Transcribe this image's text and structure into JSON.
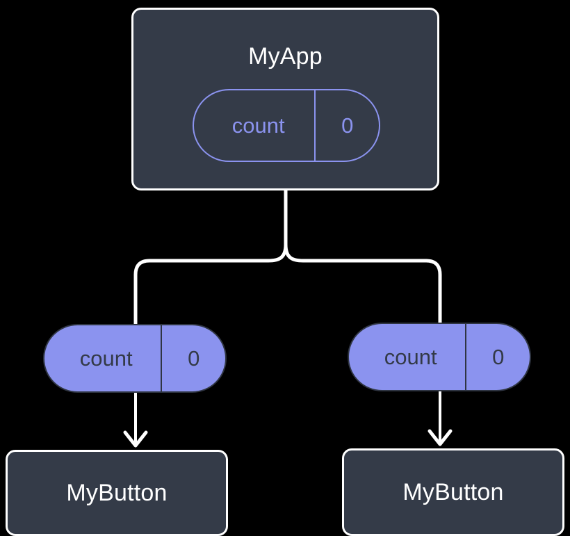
{
  "diagram": {
    "type": "component-state-tree",
    "background_color": "#000000",
    "colors": {
      "node_fill": "#343b48",
      "node_border": "#ffffff",
      "node_text": "#ffffff",
      "accent": "#8b93ef",
      "pill_text_on_fill": "#333a47",
      "edge": "#ffffff"
    }
  },
  "root": {
    "title": "MyApp",
    "state": {
      "name": "count",
      "value": "0"
    }
  },
  "branches": [
    {
      "state": {
        "name": "count",
        "value": "0"
      },
      "child": {
        "title": "MyButton"
      }
    },
    {
      "state": {
        "name": "count",
        "value": "0"
      },
      "child": {
        "title": "MyButton"
      }
    }
  ],
  "edges": [
    {
      "name": "root-fork-to-left-state",
      "from": "MyApp",
      "to": "count (left)",
      "style": "elbow-curved",
      "arrowhead": false
    },
    {
      "name": "root-fork-to-right-state",
      "from": "MyApp",
      "to": "count (right)",
      "style": "elbow-curved",
      "arrowhead": false
    },
    {
      "name": "left-state-to-button",
      "from": "count (left)",
      "to": "MyButton (left)",
      "style": "straight",
      "arrowhead": true
    },
    {
      "name": "right-state-to-button",
      "from": "count (right)",
      "to": "MyButton (right)",
      "style": "straight",
      "arrowhead": true
    }
  ]
}
